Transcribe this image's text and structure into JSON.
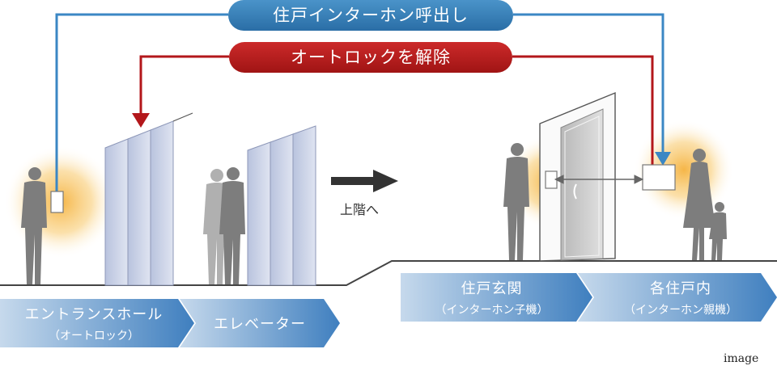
{
  "top_call": "住戸インターホン呼出し",
  "top_unlock": "オートロックを解除",
  "move_up": "上階へ",
  "watermark": "image",
  "steps": [
    {
      "main": "エントランスホール",
      "sub": "（オートロック）"
    },
    {
      "main": "エレベーター",
      "sub": ""
    },
    {
      "main": "住戸玄関",
      "sub": "（インターホン子機）"
    },
    {
      "main": "各住戸内",
      "sub": "（インターホン親機）"
    }
  ],
  "colors": {
    "blue_line": "#3b87c4",
    "red_line": "#b3171b",
    "glow": "#f5b23e",
    "panel": "#c8d0e6",
    "silhouette": "#7d7d7d",
    "band_start": "#c6d9ec",
    "band_end": "#3f7fbf"
  }
}
